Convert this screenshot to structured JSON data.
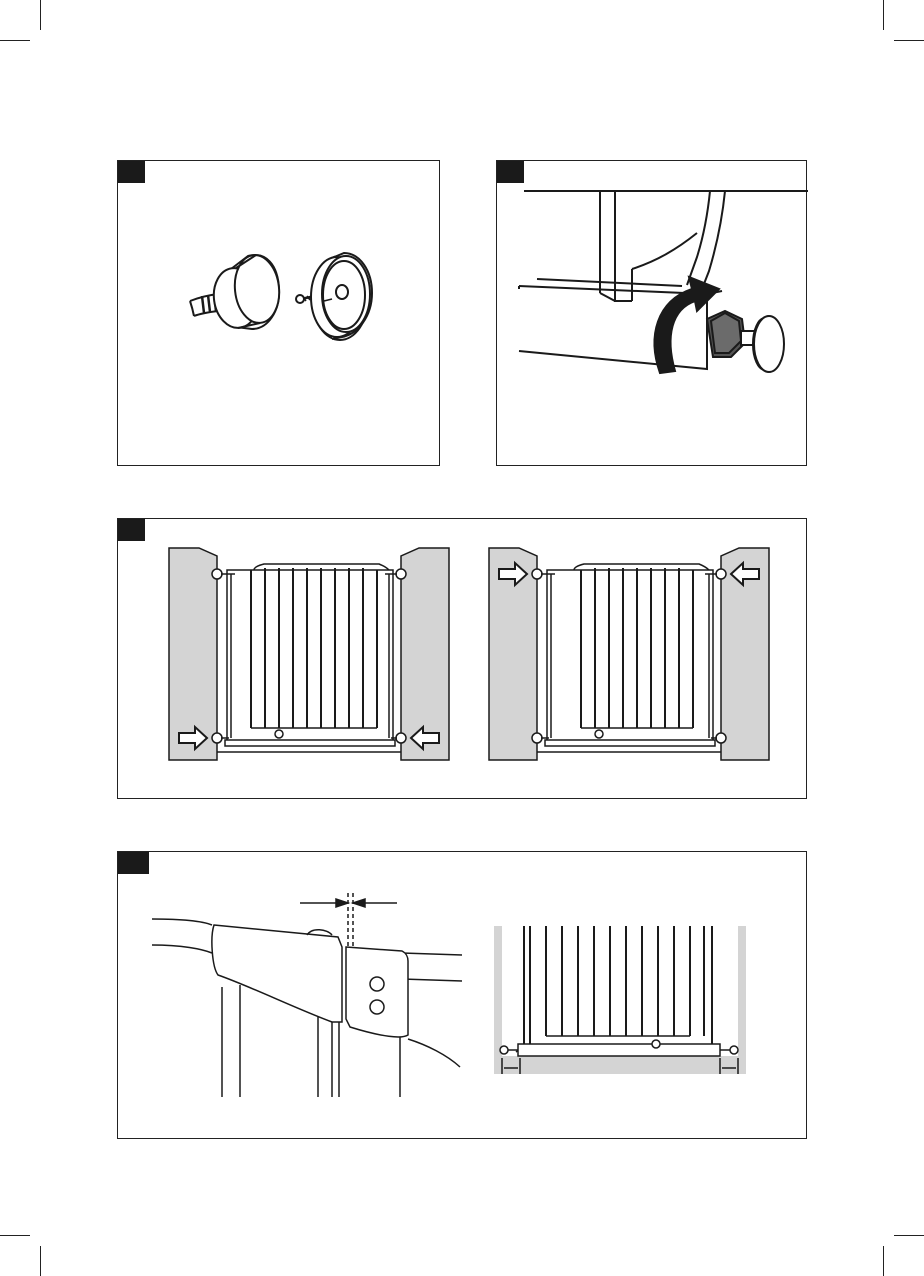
{
  "page": {
    "background": "#ffffff",
    "line_color": "#1a1a1a",
    "wall_color": "#d4d4d4",
    "arrow_color": "#ffffff"
  },
  "steps": [
    {
      "panel": "mounting-cups",
      "badge": ""
    },
    {
      "panel": "tighten-knob",
      "badge": ""
    },
    {
      "panel": "check-spindles",
      "badge": ""
    },
    {
      "panel": "check-gap",
      "badge": ""
    }
  ]
}
